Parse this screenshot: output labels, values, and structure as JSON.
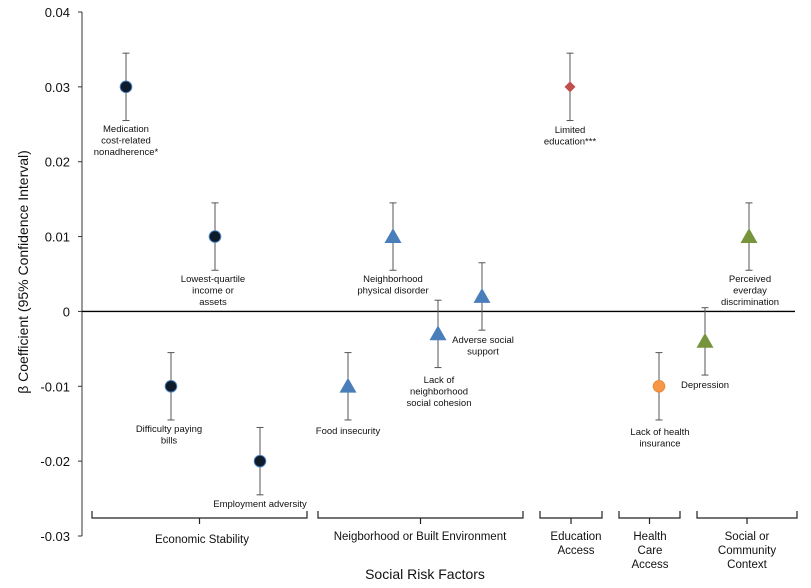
{
  "chart_data": {
    "type": "scatter",
    "title": "",
    "xlabel": "Social Risk Factors",
    "ylabel": "β Coefficient (95% Confidence Interval)",
    "ylim": [
      -0.03,
      0.04
    ],
    "yticks": [
      "-0.03",
      "-0.02",
      "-0.01",
      "0",
      "0.01",
      "0.02",
      "0.03",
      "0.04"
    ],
    "grid": false,
    "legend": "none",
    "groups": [
      {
        "name": "Economic Stability",
        "color": "#0d1b2a",
        "marker": "circle",
        "label_lines": [
          "Economic Stability"
        ]
      },
      {
        "name": "Neigborhood or Built Environment",
        "color": "#4a7ebb",
        "marker": "triangle",
        "label_lines": [
          "Neigborhood or Built Environment"
        ]
      },
      {
        "name": "Education Access",
        "color": "#c0504d",
        "marker": "diamond",
        "label_lines": [
          "Education",
          "Access"
        ]
      },
      {
        "name": "Health Care Access",
        "color": "#f79646",
        "marker": "circle",
        "label_lines": [
          "Health",
          "Care",
          "Access"
        ]
      },
      {
        "name": "Social or Community Context",
        "color": "#77933c",
        "marker": "triangle",
        "label_lines": [
          "Social or",
          "Community",
          "Context"
        ]
      }
    ],
    "points": [
      {
        "label": "Medication cost-related nonadherence*",
        "label_lines": [
          "Medication",
          "cost-related",
          "nonadherence*"
        ],
        "group": 0,
        "y": 0.03,
        "ci": [
          0.0255,
          0.0345
        ]
      },
      {
        "label": "Difficulty paying bills",
        "label_lines": [
          "Difficulty paying",
          "bills"
        ],
        "group": 0,
        "y": -0.01,
        "ci": [
          -0.0145,
          -0.0055
        ]
      },
      {
        "label": "Lowest-quartile income or assets",
        "label_lines": [
          "Lowest-quartile",
          "income or",
          "assets"
        ],
        "group": 0,
        "y": 0.01,
        "ci": [
          0.0055,
          0.0145
        ]
      },
      {
        "label": "Employment adversity",
        "label_lines": [
          "Employment adversity"
        ],
        "group": 0,
        "y": -0.02,
        "ci": [
          -0.0245,
          -0.0155
        ]
      },
      {
        "label": "Food insecurity",
        "label_lines": [
          "Food insecurity"
        ],
        "group": 1,
        "y": -0.01,
        "ci": [
          -0.0145,
          -0.0055
        ]
      },
      {
        "label": "Neighborhood physical disorder",
        "label_lines": [
          "Neighborhood",
          "physical disorder"
        ],
        "group": 1,
        "y": 0.01,
        "ci": [
          0.0055,
          0.0145
        ]
      },
      {
        "label": "Lack of neighborhood social cohesion",
        "label_lines": [
          "Lack of",
          "neighborhood",
          "social cohesion"
        ],
        "group": 1,
        "y": -0.003,
        "ci": [
          -0.0075,
          0.0015
        ]
      },
      {
        "label": "Adverse social support",
        "label_lines": [
          "Adverse social",
          "support"
        ],
        "group": 1,
        "y": 0.002,
        "ci": [
          -0.0025,
          0.0065
        ]
      },
      {
        "label": "Limited education***",
        "label_lines": [
          "Limited",
          "education***"
        ],
        "group": 2,
        "y": 0.03,
        "ci": [
          0.0255,
          0.0345
        ]
      },
      {
        "label": "Lack of health insurance",
        "label_lines": [
          "Lack of health",
          "insurance"
        ],
        "group": 3,
        "y": -0.01,
        "ci": [
          -0.0145,
          -0.0055
        ]
      },
      {
        "label": "Depression",
        "label_lines": [
          "Depression"
        ],
        "group": 4,
        "y": -0.004,
        "ci": [
          -0.0085,
          0.0005
        ]
      },
      {
        "label": "Perceived everday discrimination",
        "label_lines": [
          "Perceived",
          "everday",
          "discrimination"
        ],
        "group": 4,
        "y": 0.01,
        "ci": [
          0.0055,
          0.0145
        ]
      }
    ]
  }
}
